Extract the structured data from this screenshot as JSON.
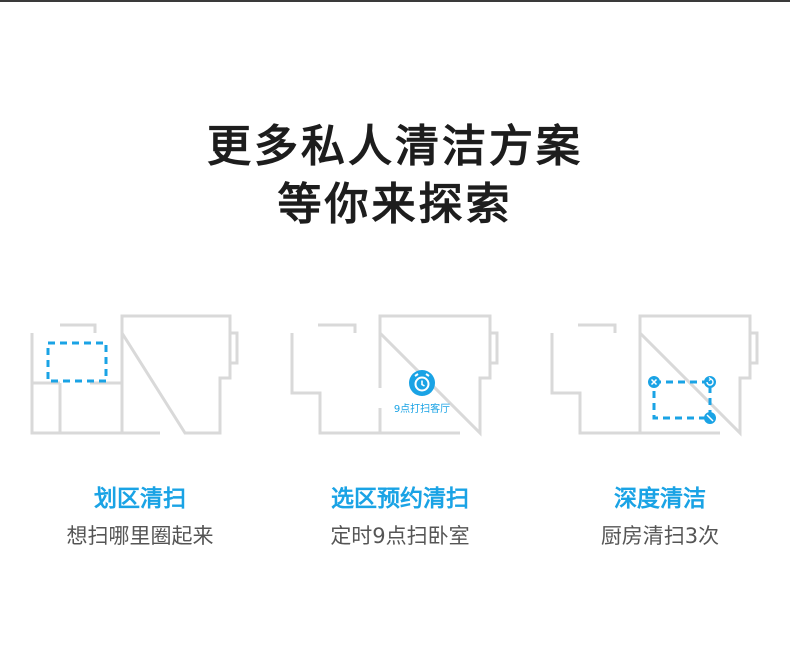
{
  "headline": {
    "line1": "更多私人清洁方案",
    "line2": "等你来探索"
  },
  "colors": {
    "accent": "#1aa3e5",
    "wall": "#d9d9d9",
    "headline": "#1d1d1d",
    "subtitle": "#555555"
  },
  "features": [
    {
      "title": "划区清扫",
      "subtitle": "想扫哪里圈起来",
      "icon": "dashed-zone-rectangle"
    },
    {
      "title": "选区预约清扫",
      "subtitle": "定时9点扫卧室",
      "icon": "alarm-clock-icon",
      "badge": "9点打扫客厅"
    },
    {
      "title": "深度清洁",
      "subtitle": "厨房清扫3次",
      "icon": "editable-zone-rectangle"
    }
  ]
}
